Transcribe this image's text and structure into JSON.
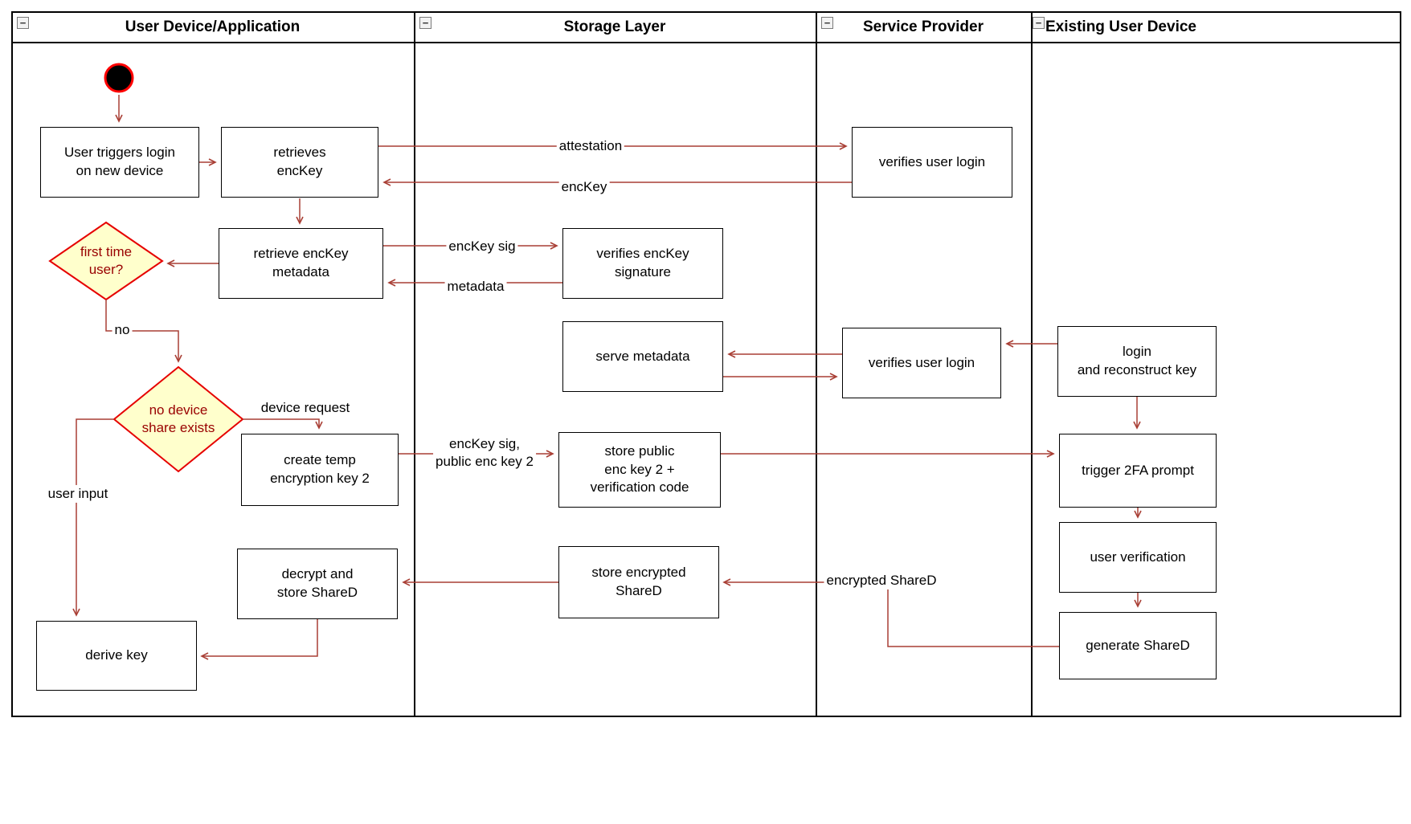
{
  "lanes": [
    {
      "title": "User Device/Application"
    },
    {
      "title": "Storage Layer"
    },
    {
      "title": "Service Provider"
    },
    {
      "title": "Existing User Device"
    }
  ],
  "icons": {
    "collapse": "−"
  },
  "nodes": {
    "user_triggers_login": "User triggers login\non new device",
    "retrieves_enckey": "retrieves\nencKey",
    "retrieve_enckey_metadata": "retrieve encKey\nmetadata",
    "first_time_user": "first time\nuser?",
    "no_device_share": "no device\nshare exists",
    "create_temp_key": "create temp\nencryption key 2",
    "decrypt_store_shared": "decrypt and\nstore ShareD",
    "derive_key": "derive key",
    "verifies_enckey_signature": "verifies encKey\nsignature",
    "serve_metadata": "serve metadata",
    "store_public_key": "store public\nenc key 2 +\nverification code",
    "store_encrypted_shared": "store encrypted\nShareD",
    "verifies_user_login_1": "verifies user login",
    "verifies_user_login_2": "verifies user login",
    "login_reconstruct": "login\nand reconstruct key",
    "trigger_2fa": "trigger 2FA prompt",
    "user_verification": "user verification",
    "generate_shared": "generate ShareD"
  },
  "edge_labels": {
    "attestation": "attestation",
    "enckey": "encKey",
    "enckey_sig": "encKey sig",
    "metadata": "metadata",
    "no": "no",
    "device_request": "device request",
    "user_input": "user input",
    "enckey_sig_public": "encKey sig,\npublic enc key 2",
    "encrypted_shared": "encrypted ShareD"
  },
  "colors": {
    "arrow": "#A93F35",
    "diamond_fill": "#FFFFCC",
    "diamond_stroke": "#E60000",
    "diamond_text": "#990000",
    "start_fill": "#000000",
    "start_ring": "#FF0000",
    "lane_border": "#000000"
  }
}
